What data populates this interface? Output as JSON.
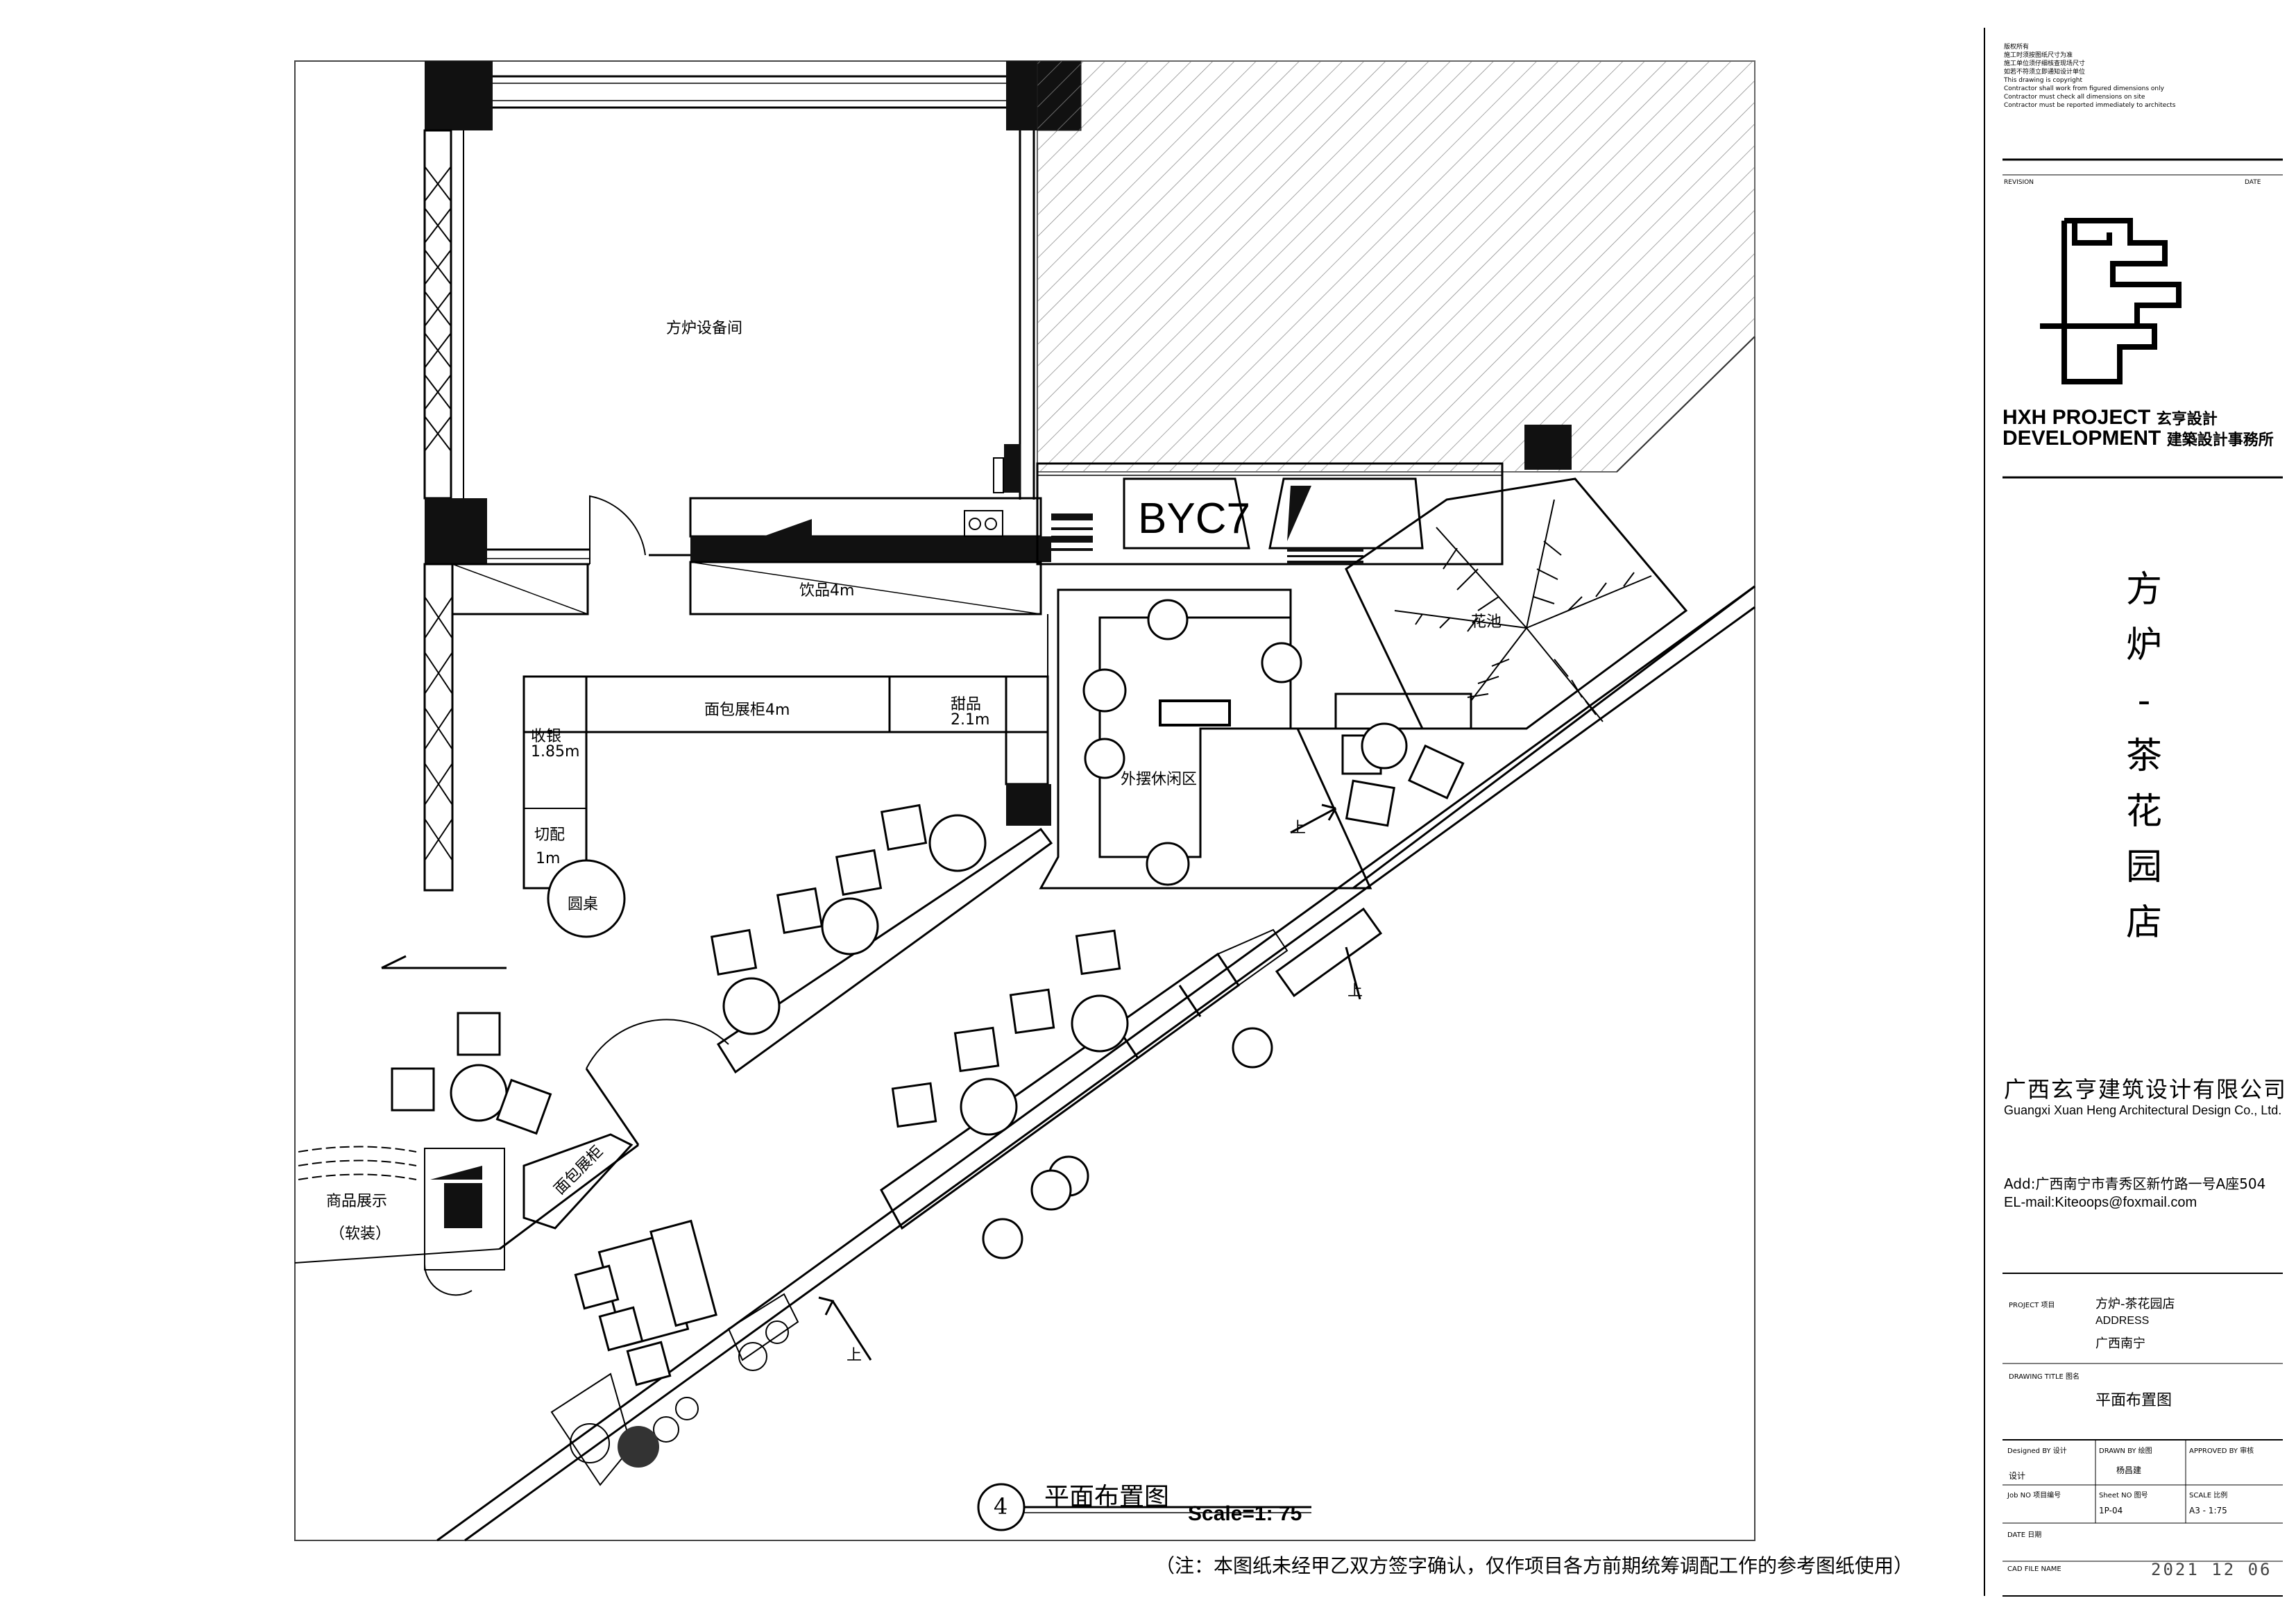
{
  "plan": {
    "rooms": {
      "equipment_room": "方炉设备间",
      "drinks": "饮品4m",
      "bread_cabinet": "面包展柜4m",
      "dessert": "甜品",
      "dessert_len": "2.1m",
      "cashier": "收银",
      "cashier_len": "1.85m",
      "prep": "切配",
      "prep_len": "1m",
      "round_table": "圆桌",
      "outdoor_lounge": "外摆休闲区",
      "flower_bed": "花池",
      "bread_cabinet_small": "面包展柜",
      "display_a": "商品展示",
      "display_b": "（软装）",
      "sign": "BYC7"
    },
    "stair_labels": [
      "上",
      "上",
      "上"
    ],
    "title_number": "4",
    "title": "平面布置图",
    "scale": "Scale=1: 75",
    "footnote": "（注：本图纸未经甲乙双方签字确认，仅作项目各方前期统筹调配工作的参考图纸使用）"
  },
  "titleblock": {
    "notes": [
      "版权所有",
      "施工时须按图纸尺寸为准",
      "施工单位须仔细核查现场尺寸",
      "如若不符须立即通知设计单位",
      "This drawing is copyright",
      "Contractor shall work from figured dimensions only",
      "Contractor must check all dimensions on site",
      "Contractor must be reported immediately to architects"
    ],
    "revision_label": "REVISION",
    "date_label": "DATE",
    "brand_line1": "HXH PROJECT",
    "brand_line1_cn": "玄亨設計",
    "brand_line2": "DEVELOPMENT",
    "brand_line2_cn": "建築設計事務所",
    "project_name_vertical": [
      "方",
      "炉",
      "-",
      "茶",
      "花",
      "园",
      "店"
    ],
    "company_cn": "广西玄亨建筑设计有限公司",
    "company_en": "Guangxi Xuan Heng Architectural Design Co., Ltd.",
    "address": "Add:广西南宁市青秀区新竹路一号A座504",
    "email": "EL-mail:Kiteoops@foxmail.com",
    "project_label": "PROJECT 项目",
    "project_value": "方炉-茶花园店",
    "address_label": "ADDRESS",
    "address_value": "广西南宁",
    "drawing_title_label": "DRAWING TITLE 图名",
    "drawing_title_value": "平面布置图",
    "designed_by_label": "Designed BY 设计",
    "designed_by_value": "设计",
    "drawn_by_label": "DRAWN BY 绘图",
    "drawn_by_value": "杨昌建",
    "approved_by_label": "APPROVED BY 审核",
    "job_no_label": "Job NO 项目编号",
    "sheet_no_label": "Sheet NO 图号",
    "sheet_no_value": "1P-04",
    "scale_label": "SCALE 比例",
    "scale_value": "A3 - 1:75",
    "date_row_label": "DATE 日期",
    "cad_file_label": "CAD FILE NAME",
    "date_value": "2021 12 06"
  }
}
